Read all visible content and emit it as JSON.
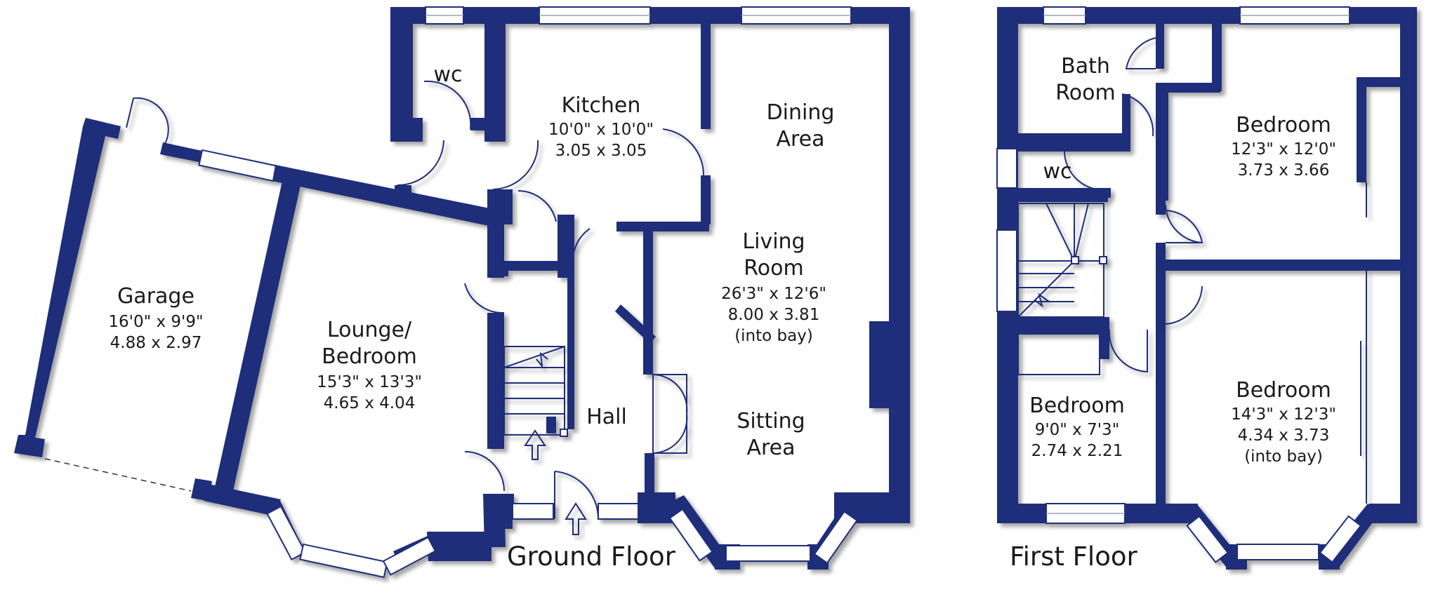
{
  "ground_floor": {
    "title": "Ground Floor",
    "rooms": {
      "garage": {
        "name": "Garage",
        "imperial": "16'0\"  x  9'9\"",
        "metric": "4.88  x  2.97"
      },
      "lounge": {
        "name_line1": "Lounge/",
        "name_line2": "Bedroom",
        "imperial": "15'3\"  x  13'3\"",
        "metric": "4.65  x  4.04"
      },
      "wc": {
        "name": "wc"
      },
      "kitchen": {
        "name": "Kitchen",
        "imperial": "10'0\"  x  10'0\"",
        "metric": "3.05  x  3.05"
      },
      "dining": {
        "name_line1": "Dining",
        "name_line2": "Area"
      },
      "living": {
        "name_line1": "Living",
        "name_line2": "Room",
        "imperial": "26'3\"  x  12'6\"",
        "metric": "8.00  x  3.81",
        "note": "(into bay)"
      },
      "sitting": {
        "name_line1": "Sitting",
        "name_line2": "Area"
      },
      "hall": {
        "name": "Hall"
      }
    }
  },
  "first_floor": {
    "title": "First Floor",
    "rooms": {
      "bath": {
        "name_line1": "Bath",
        "name_line2": "Room"
      },
      "wc": {
        "name": "wc"
      },
      "bedroom1": {
        "name": "Bedroom",
        "imperial": "12'3\"  x  12'0\"",
        "metric": "3.73  x  3.66"
      },
      "bedroom2": {
        "name": "Bedroom",
        "imperial": "14'3\"  x  12'3\"",
        "metric": "4.34  x  3.73",
        "note": "(into bay)"
      },
      "bedroom3": {
        "name": "Bedroom",
        "imperial": "9'0\"  x  7'3\"",
        "metric": "2.74  x  2.21"
      }
    }
  },
  "colors": {
    "wall": "#1e2e7a",
    "window": "#ffffff",
    "background": "#ffffff"
  }
}
